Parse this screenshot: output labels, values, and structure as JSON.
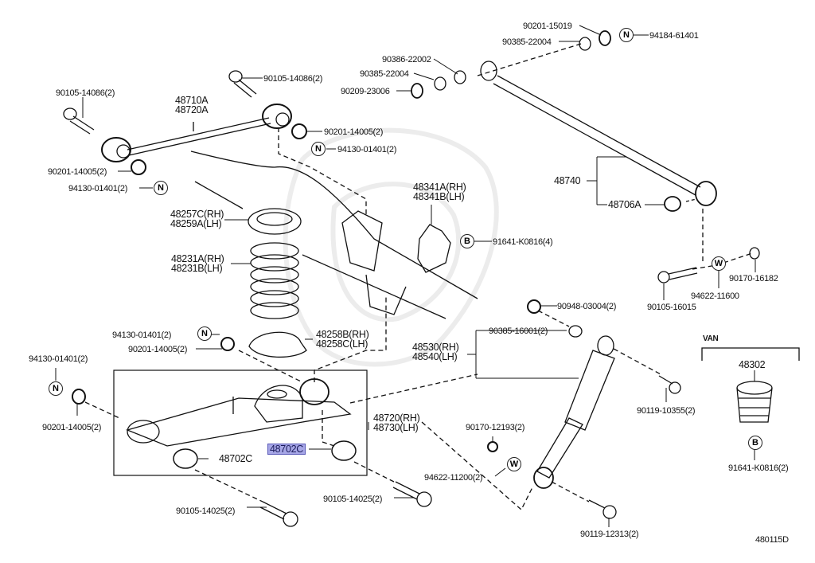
{
  "diagram": {
    "code": "480115D",
    "highlight_color": "#a6a6e6",
    "highlighted_part": "48702C",
    "section_label": "VAN"
  },
  "parts": {
    "bolt_upper_left": "90105-14086(2)",
    "bolt_upper_mid": "90105-14086(2)",
    "upper_arm": [
      "48710A",
      "48720A"
    ],
    "washer_upper_right": "90201-14005(2)",
    "nut_upper_right": "94130-01401(2)",
    "washer_upper_left": "90201-14005(2)",
    "nut_upper_left": "94130-01401(2)",
    "lat_washer_1": "90386-22002",
    "lat_bush_1": "90385-22004",
    "lat_washer_2": "90209-23006",
    "lat_washer_top": "90201-15019",
    "lat_bush_top": "90385-22004",
    "lat_nut_top": "94184-61401",
    "lateral_rod": "48740",
    "lateral_bush": "48706A",
    "spring_seat_upper": [
      "48257C(RH)",
      "48259A(LH)"
    ],
    "coil_spring": [
      "48231A(RH)",
      "48231B(LH)"
    ],
    "bracket": [
      "48341A(RH)",
      "48341B(LH)"
    ],
    "bracket_bolt": "91641-K0816(4)",
    "spring_seat_lower": [
      "48258B(RH)",
      "48258C(LH)"
    ],
    "nut_mid": "94130-01401(2)",
    "washer_mid": "90201-14005(2)",
    "nut_left": "94130-01401(2)",
    "washer_left": "90201-14005(2)",
    "lower_arm": [
      "48720(RH)",
      "48730(LH)"
    ],
    "lower_bush_left": "48702C",
    "lower_bush_right": "48702C",
    "lower_bolt_left": "90105-14025(2)",
    "lower_bolt_right": "90105-14025(2)",
    "shock_cushion": "90948-03004(2)",
    "shock_bush": "90385-16001(2)",
    "shock_absorber": [
      "48530(RH)",
      "48540(LH)"
    ],
    "shock_bolt_upper": "90119-10355(2)",
    "shock_nut": "90170-12193(2)",
    "shock_washer": "94622-11200(2)",
    "shock_bolt_lower": "90119-12313(2)",
    "lat_bolt": "90105-16015",
    "lat_washer": "94622-11600",
    "lat_nut": "90170-16182",
    "bump_stopper": "48302",
    "bump_bolt": "91641-K0816(2)"
  },
  "symbols": {
    "N": "N",
    "B": "B",
    "W": "W"
  }
}
